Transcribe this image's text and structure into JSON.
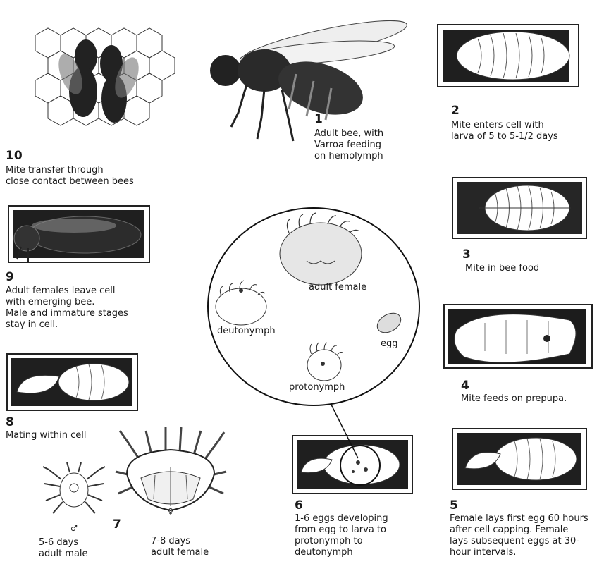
{
  "stages": [
    {
      "number": "1",
      "caption": [
        "Adult bee, with",
        "Varroa feeding",
        "on hemolymph"
      ]
    },
    {
      "number": "2",
      "caption": [
        "Mite enters cell with",
        "larva of 5 to 5-1/2 days"
      ]
    },
    {
      "number": "3",
      "caption": [
        "Mite in bee food"
      ]
    },
    {
      "number": "4",
      "caption": [
        "Mite feeds on prepupa."
      ]
    },
    {
      "number": "5",
      "caption": [
        "Female lays first egg 60 hours",
        "after cell capping.  Female",
        "lays subsequent eggs at 30-",
        "hour intervals."
      ]
    },
    {
      "number": "6",
      "caption": [
        "1-6 eggs developing",
        "from egg to larva to",
        "protonymph to",
        "deutonymph"
      ]
    },
    {
      "number": "7",
      "caption": []
    },
    {
      "number": "8",
      "caption": [
        "Mating within cell"
      ]
    },
    {
      "number": "9",
      "caption": [
        "Adult females leave cell",
        "with emerging bee.",
        "Male and immature stages",
        "stay in cell."
      ]
    },
    {
      "number": "10",
      "caption": [
        "Mite transfer through",
        "close contact between bees"
      ]
    }
  ],
  "center": {
    "adult_female": "adult female",
    "deutonymph": "deutonymph",
    "egg": "egg",
    "protonymph": "protonymph"
  },
  "stage7": {
    "male": [
      "5-6 days",
      "adult male"
    ],
    "male_symbol": "♂",
    "female": [
      "7-8 days",
      "adult female"
    ],
    "female_symbol": "♀"
  }
}
